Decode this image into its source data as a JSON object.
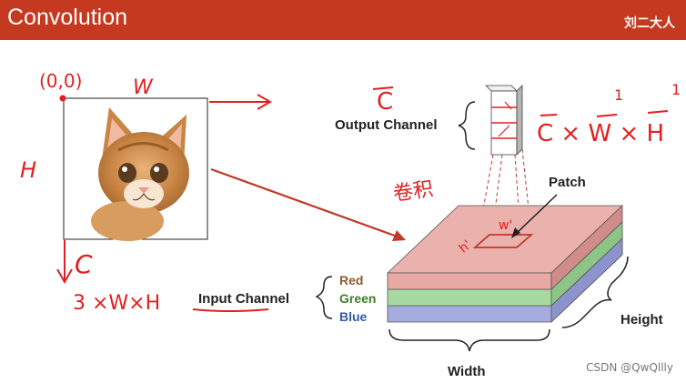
{
  "header": {
    "title": "Convolution",
    "author": "刘二大人"
  },
  "annotations": {
    "origin": "(0,0)",
    "w": "W",
    "h": "H",
    "c": "C",
    "input_dims": "3 ×W×H",
    "output_c": "C",
    "output_dims": "C × W × H",
    "conv": "卷积",
    "patch_w": "w'",
    "patch_h": "h'"
  },
  "labels": {
    "output_channel": "Output Channel",
    "input_channel": "Input Channel",
    "patch": "Patch",
    "width": "Width",
    "height": "Height"
  },
  "channels": [
    {
      "name": "Red",
      "color": "#8b5a2b"
    },
    {
      "name": "Green",
      "color": "#3f7f2a"
    },
    {
      "name": "Blue",
      "color": "#2f5ea8"
    }
  ],
  "layer_colors": {
    "red": "#e8a8a4",
    "green": "#a7d9a1",
    "blue": "#a7acde"
  },
  "watermark": "CSDN @QwQllly"
}
